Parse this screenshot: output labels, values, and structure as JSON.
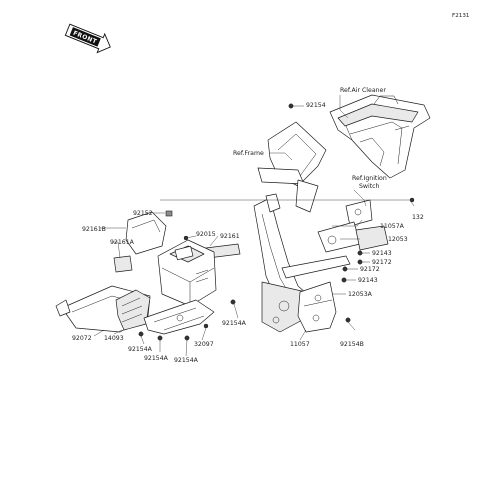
{
  "diagram_code": "F2131",
  "front_label": "FRONT",
  "references": {
    "air_cleaner": "Ref.Air Cleaner",
    "frame": "Ref.Frame",
    "ignition_switch_line1": "Ref.Ignition",
    "ignition_switch_line2": "Switch"
  },
  "labels": {
    "p92154_top": "92154",
    "p92152": "92152",
    "p92161b": "92161B",
    "p92015": "92015",
    "p92161a": "92161A",
    "p92161": "92161",
    "p132": "132",
    "p11057a": "11057A",
    "p12053": "12053",
    "p92143_a": "92143",
    "p92172_a": "92172",
    "p92172_b": "92172",
    "p92143_b": "92143",
    "p12053a": "12053A",
    "p92072": "92072",
    "p14093": "14093",
    "p92154a_1": "92154A",
    "p92154a_2": "92154A",
    "p92154a_3": "92154A",
    "p92154a_4": "92154A",
    "p32097": "32097",
    "p11057": "11057",
    "p92154b": "92154B"
  }
}
